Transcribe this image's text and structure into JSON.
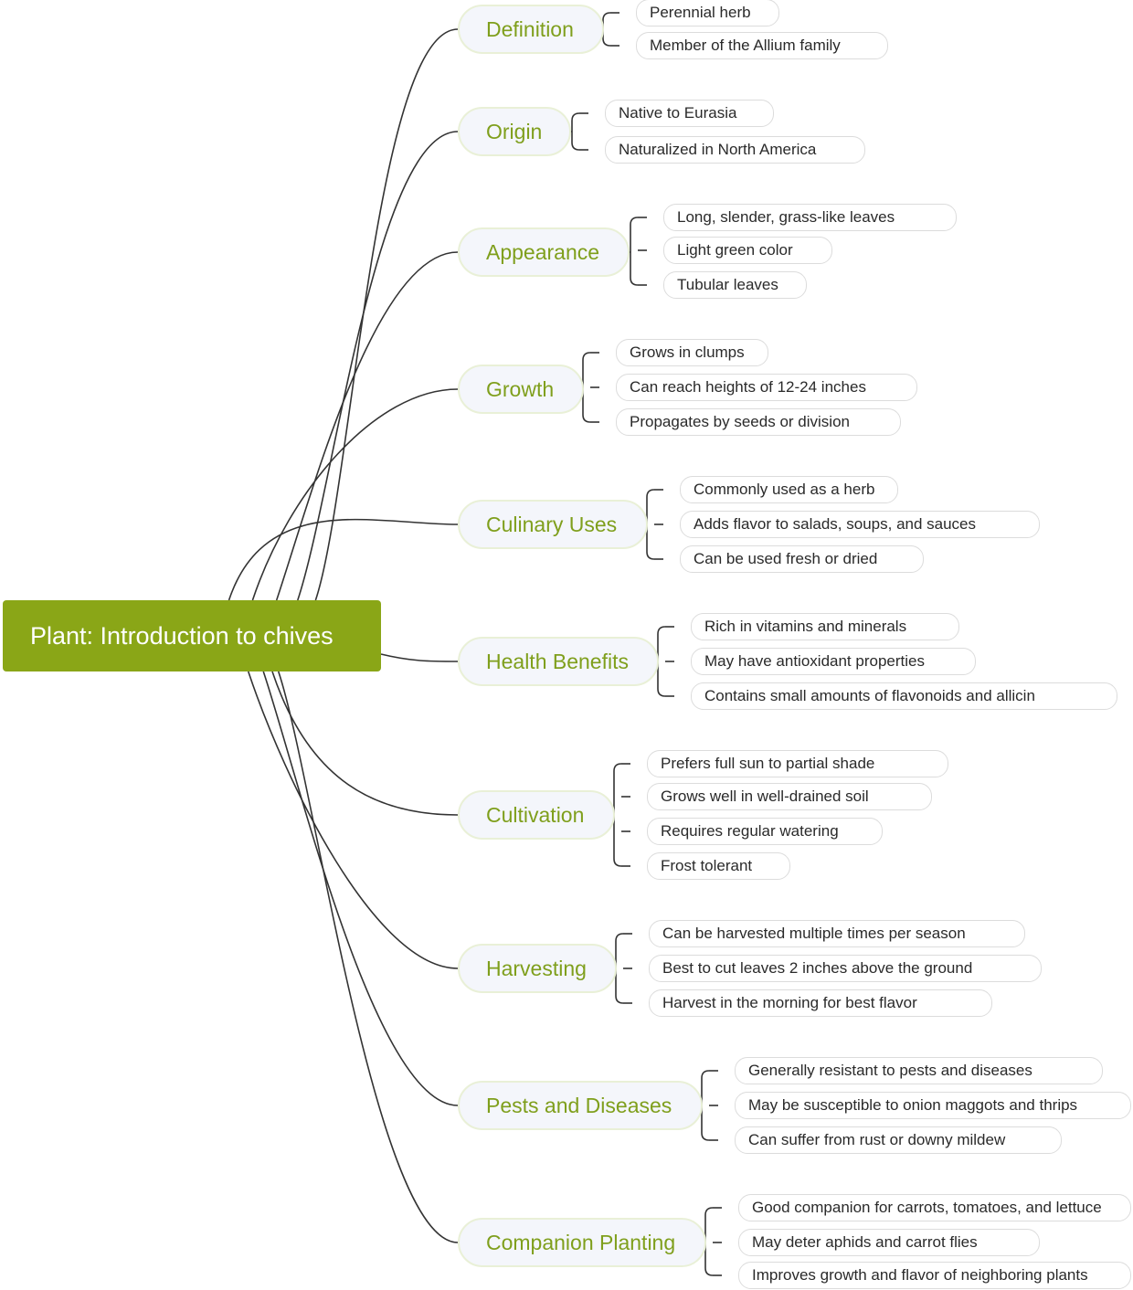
{
  "root": {
    "label": "Plant: Introduction to chives"
  },
  "branches": [
    {
      "label": "Definition",
      "children": [
        "Perennial herb",
        "Member of the Allium family"
      ]
    },
    {
      "label": "Origin",
      "children": [
        "Native to Eurasia",
        "Naturalized in North America"
      ]
    },
    {
      "label": "Appearance",
      "children": [
        "Long, slender, grass-like leaves",
        "Light green color",
        "Tubular leaves"
      ]
    },
    {
      "label": "Growth",
      "children": [
        "Grows in clumps",
        "Can reach heights of 12-24 inches",
        "Propagates by seeds or division"
      ]
    },
    {
      "label": "Culinary Uses",
      "children": [
        "Commonly used as a herb",
        "Adds flavor to salads, soups, and sauces",
        "Can be used fresh or dried"
      ]
    },
    {
      "label": "Health Benefits",
      "children": [
        "Rich in vitamins and minerals",
        "May have antioxidant properties",
        "Contains small amounts of flavonoids and allicin"
      ]
    },
    {
      "label": "Cultivation",
      "children": [
        "Prefers full sun to partial shade",
        "Grows well in well-drained soil",
        "Requires regular watering",
        "Frost tolerant"
      ]
    },
    {
      "label": "Harvesting",
      "children": [
        "Can be harvested multiple times per season",
        "Best to cut leaves 2 inches above the ground",
        "Harvest in the morning for best flavor"
      ]
    },
    {
      "label": "Pests and Diseases",
      "children": [
        "Generally resistant to pests and diseases",
        "May be susceptible to onion maggots and thrips",
        "Can suffer from rust or downy mildew"
      ]
    },
    {
      "label": "Companion Planting",
      "children": [
        "Good companion for carrots, tomatoes, and lettuce",
        "May deter aphids and carrot flies",
        "Improves growth and flavor of neighboring plants"
      ]
    }
  ],
  "colors": {
    "accent": "#8aa617",
    "branch_text": "#7f9f1c",
    "branch_fill": "#f4f6fb",
    "line": "#333333"
  }
}
